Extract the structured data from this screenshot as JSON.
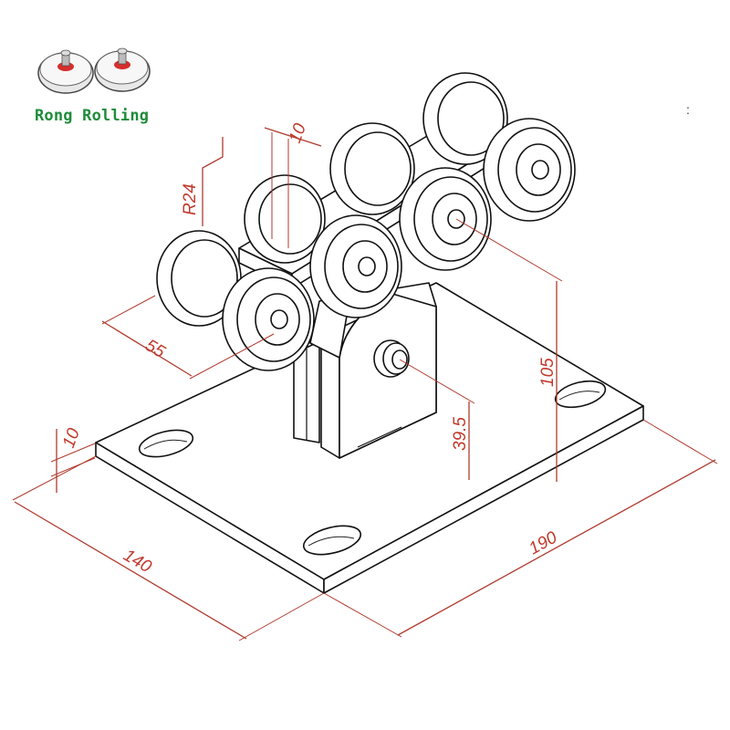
{
  "brand": {
    "name": "Rong Rolling",
    "color": "#1e8c3a",
    "logo_icon": "twin-roller-wheel-icon"
  },
  "dimensions": {
    "roller_radius": "R24",
    "roller_width": "10",
    "roller_spacing": "55",
    "height_total": "105",
    "height_axle": "39.5",
    "plate_thickness": "10",
    "plate_width": "140",
    "plate_length": "190"
  },
  "colors": {
    "dimension": "#c0392b",
    "outline": "#111111"
  },
  "corner_marks": ":"
}
